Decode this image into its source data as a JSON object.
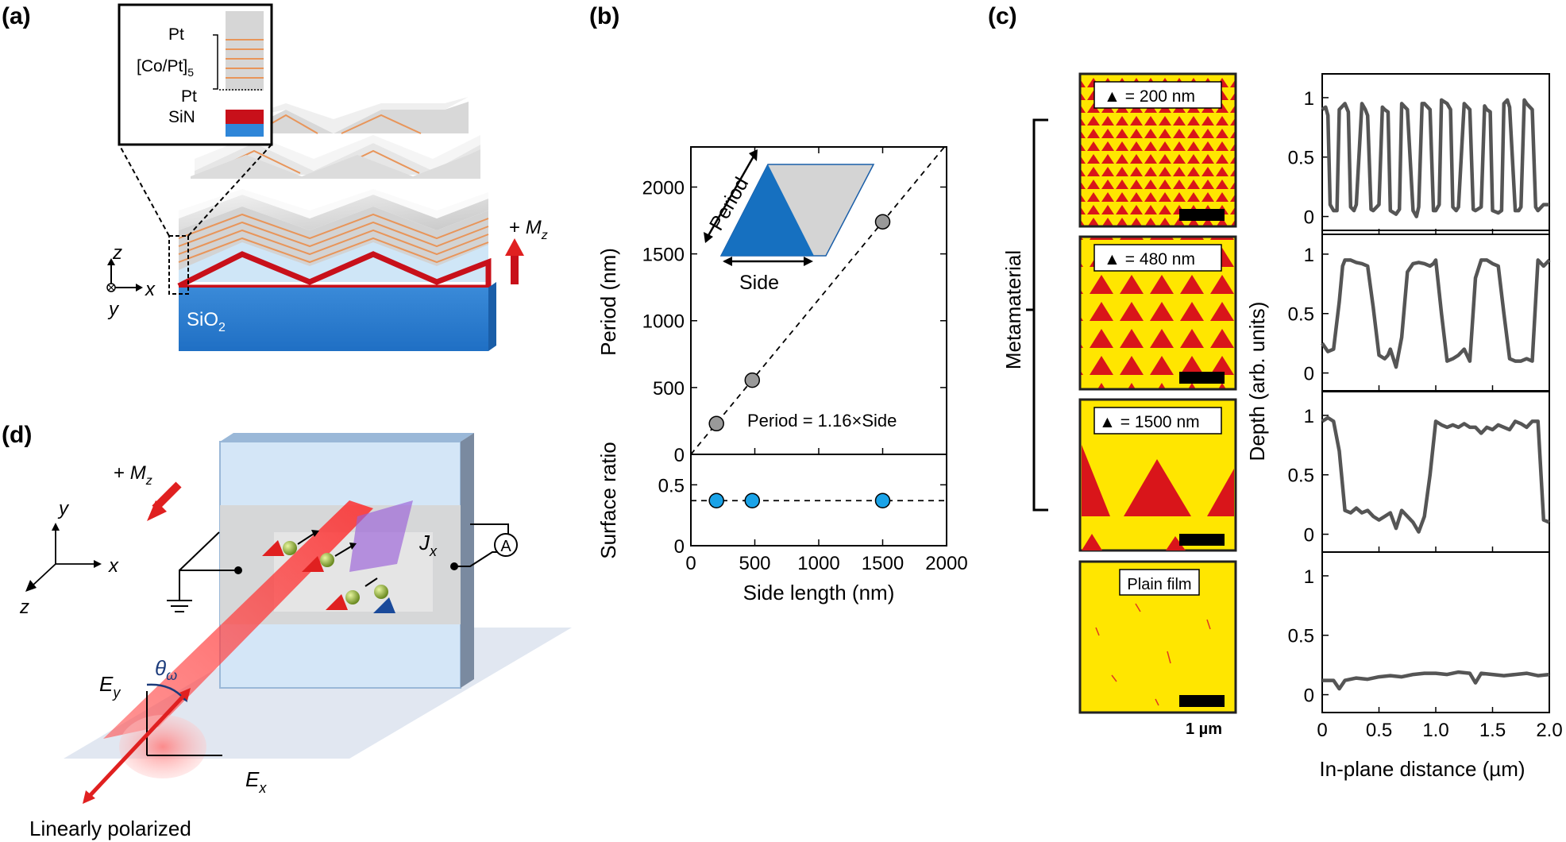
{
  "panel_labels": [
    "(a)",
    "(b)",
    "(c)",
    "(d)"
  ],
  "panel_a": {
    "inset_layers": [
      "Pt",
      "[Co/Pt]",
      "5",
      "Pt",
      "SiN"
    ],
    "axis_z": "z",
    "axis_x": "x",
    "axis_y": "y",
    "substrate": "SiO",
    "substrate_sub": "2",
    "mag_plus": "+ ",
    "mag_sym": "M",
    "mag_sub": "z"
  },
  "panel_b": {
    "inset_period": "Period",
    "inset_side": "Side",
    "fit_label": "Period = 1.16×Side"
  },
  "chart_data": [
    {
      "type": "scatter",
      "panel": "b-top",
      "ylabel": "Period (nm)",
      "xlim": [
        0,
        2000
      ],
      "ylim": [
        0,
        2300
      ],
      "yticks": [
        0,
        500,
        1000,
        1500,
        2000
      ],
      "points": [
        {
          "x": 200,
          "y": 230
        },
        {
          "x": 480,
          "y": 555
        },
        {
          "x": 1500,
          "y": 1740
        }
      ],
      "fit": {
        "slope": 1.16,
        "intercept": 0
      },
      "annotation": "Period = 1.16×Side",
      "marker_color": "#999999"
    },
    {
      "type": "scatter",
      "panel": "b-bottom",
      "xlabel": "Side length (nm)",
      "ylabel": "Surface ratio",
      "xlim": [
        0,
        2000
      ],
      "ylim": [
        0,
        0.75
      ],
      "xticks": [
        0,
        500,
        1000,
        1500,
        2000
      ],
      "yticks": [
        0,
        0.5
      ],
      "points": [
        {
          "x": 200,
          "y": 0.37
        },
        {
          "x": 480,
          "y": 0.37
        },
        {
          "x": 1500,
          "y": 0.37
        }
      ],
      "mean_line": 0.37,
      "marker_color": "#1aa3e8"
    },
    {
      "type": "line",
      "panel": "c-profiles",
      "xlabel": "In-plane distance (µm)",
      "ylabel": "Depth (arb. units)",
      "xlim": [
        0,
        2.0
      ],
      "xticks": [
        "0",
        "0.5",
        "1.0",
        "1.5",
        "2.0"
      ],
      "ylim": [
        -0.15,
        1.2
      ],
      "yticks": [
        "0",
        "0.5",
        "1"
      ],
      "series": [
        {
          "name": "",
          "x": [
            0,
            0.03,
            0.05,
            0.07,
            0.1,
            0.13,
            0.15,
            0.2,
            0.23,
            0.25,
            0.28,
            0.3,
            0.35,
            0.38,
            0.4,
            0.43,
            0.45,
            0.5,
            0.53,
            0.55,
            0.58,
            0.6,
            0.65,
            0.68,
            0.7,
            0.73,
            0.75,
            0.8,
            0.83,
            0.85,
            0.88,
            0.9,
            0.95,
            0.98,
            1.0,
            1.03,
            1.05,
            1.1,
            1.13,
            1.15,
            1.18,
            1.2,
            1.25,
            1.28,
            1.3,
            1.33,
            1.35,
            1.4,
            1.43,
            1.45,
            1.48,
            1.5,
            1.55,
            1.58,
            1.6,
            1.63,
            1.65,
            1.7,
            1.73,
            1.75,
            1.78,
            1.8,
            1.85,
            1.88,
            1.9,
            1.95,
            2.0
          ],
          "y": [
            0.9,
            0.92,
            0.85,
            0.1,
            0.05,
            0.05,
            0.9,
            0.95,
            0.88,
            0.08,
            0.05,
            0.1,
            0.95,
            0.9,
            0.85,
            0.06,
            0.05,
            0.1,
            0.92,
            0.9,
            0.88,
            0.05,
            0.02,
            0.06,
            0.95,
            0.92,
            0.9,
            0.05,
            0.0,
            0.08,
            0.95,
            0.95,
            0.9,
            0.05,
            0.05,
            0.1,
            0.98,
            0.95,
            0.9,
            0.08,
            0.05,
            0.08,
            0.95,
            0.92,
            0.9,
            0.06,
            0.05,
            0.08,
            0.93,
            0.9,
            0.88,
            0.05,
            0.03,
            0.05,
            0.95,
            0.98,
            0.92,
            0.05,
            0.05,
            0.08,
            0.98,
            0.95,
            0.9,
            0.08,
            0.05,
            0.1,
            0.1
          ]
        },
        {
          "name": "",
          "x": [
            0,
            0.05,
            0.1,
            0.15,
            0.18,
            0.2,
            0.25,
            0.3,
            0.35,
            0.4,
            0.45,
            0.5,
            0.55,
            0.58,
            0.6,
            0.65,
            0.7,
            0.75,
            0.8,
            0.85,
            0.9,
            0.95,
            0.98,
            1.0,
            1.05,
            1.1,
            1.15,
            1.2,
            1.25,
            1.3,
            1.35,
            1.4,
            1.45,
            1.5,
            1.55,
            1.6,
            1.65,
            1.7,
            1.75,
            1.8,
            1.85,
            1.9,
            1.95,
            2.0
          ],
          "y": [
            0.25,
            0.18,
            0.2,
            0.6,
            0.9,
            0.95,
            0.95,
            0.93,
            0.92,
            0.9,
            0.55,
            0.15,
            0.12,
            0.15,
            0.2,
            0.05,
            0.3,
            0.85,
            0.92,
            0.93,
            0.92,
            0.9,
            0.92,
            0.95,
            0.5,
            0.1,
            0.12,
            0.15,
            0.2,
            0.1,
            0.8,
            0.95,
            0.95,
            0.92,
            0.9,
            0.5,
            0.12,
            0.1,
            0.1,
            0.12,
            0.1,
            0.95,
            0.9,
            0.95
          ]
        },
        {
          "name": "",
          "x": [
            0,
            0.05,
            0.1,
            0.15,
            0.2,
            0.25,
            0.3,
            0.35,
            0.4,
            0.45,
            0.5,
            0.55,
            0.6,
            0.65,
            0.7,
            0.75,
            0.8,
            0.85,
            0.9,
            0.95,
            1.0,
            1.05,
            1.1,
            1.15,
            1.2,
            1.25,
            1.3,
            1.35,
            1.4,
            1.45,
            1.5,
            1.55,
            1.6,
            1.65,
            1.7,
            1.75,
            1.8,
            1.85,
            1.9,
            1.95,
            2.0
          ],
          "y": [
            0.95,
            0.98,
            0.95,
            0.7,
            0.2,
            0.18,
            0.22,
            0.18,
            0.2,
            0.15,
            0.12,
            0.15,
            0.18,
            0.05,
            0.2,
            0.15,
            0.1,
            0.02,
            0.15,
            0.5,
            0.95,
            0.92,
            0.9,
            0.92,
            0.9,
            0.93,
            0.9,
            0.9,
            0.85,
            0.9,
            0.88,
            0.92,
            0.9,
            0.88,
            0.95,
            0.93,
            0.9,
            0.95,
            0.95,
            0.12,
            0.1
          ]
        },
        {
          "name": "",
          "x": [
            0,
            0.1,
            0.15,
            0.2,
            0.3,
            0.4,
            0.5,
            0.6,
            0.7,
            0.8,
            0.9,
            1.0,
            1.1,
            1.2,
            1.3,
            1.35,
            1.4,
            1.5,
            1.6,
            1.7,
            1.8,
            1.9,
            2.0
          ],
          "y": [
            0.12,
            0.12,
            0.05,
            0.12,
            0.14,
            0.13,
            0.15,
            0.16,
            0.15,
            0.17,
            0.18,
            0.18,
            0.17,
            0.19,
            0.18,
            0.1,
            0.18,
            0.17,
            0.16,
            0.17,
            0.18,
            0.16,
            0.17
          ]
        }
      ]
    }
  ],
  "panel_c": {
    "bracket_label": "Metamaterial",
    "images": [
      {
        "triangle": "▲",
        "label": "= 200 nm"
      },
      {
        "triangle": "▲",
        "label": "= 480 nm"
      },
      {
        "triangle": "▲",
        "label": "= 1500 nm"
      },
      {
        "triangle": "",
        "label": "Plain film"
      }
    ],
    "scale_bar": "1 µm",
    "colors": {
      "film": "#ffe600",
      "pattern": "#d9151a",
      "frame": "#222222"
    }
  },
  "panel_d": {
    "mag_plus": "+ ",
    "mag_sym": "M",
    "mag_sub": "z",
    "axis_y": "y",
    "axis_x": "x",
    "axis_z": "z",
    "current_sym": "J",
    "current_sub": "x",
    "ammeter": "A",
    "theta": "θ",
    "theta_sub": "ω",
    "ey_sym": "E",
    "ey_sub": "y",
    "ex_sym": "E",
    "ex_sub": "x",
    "beam_label": "Linearly polarized"
  }
}
